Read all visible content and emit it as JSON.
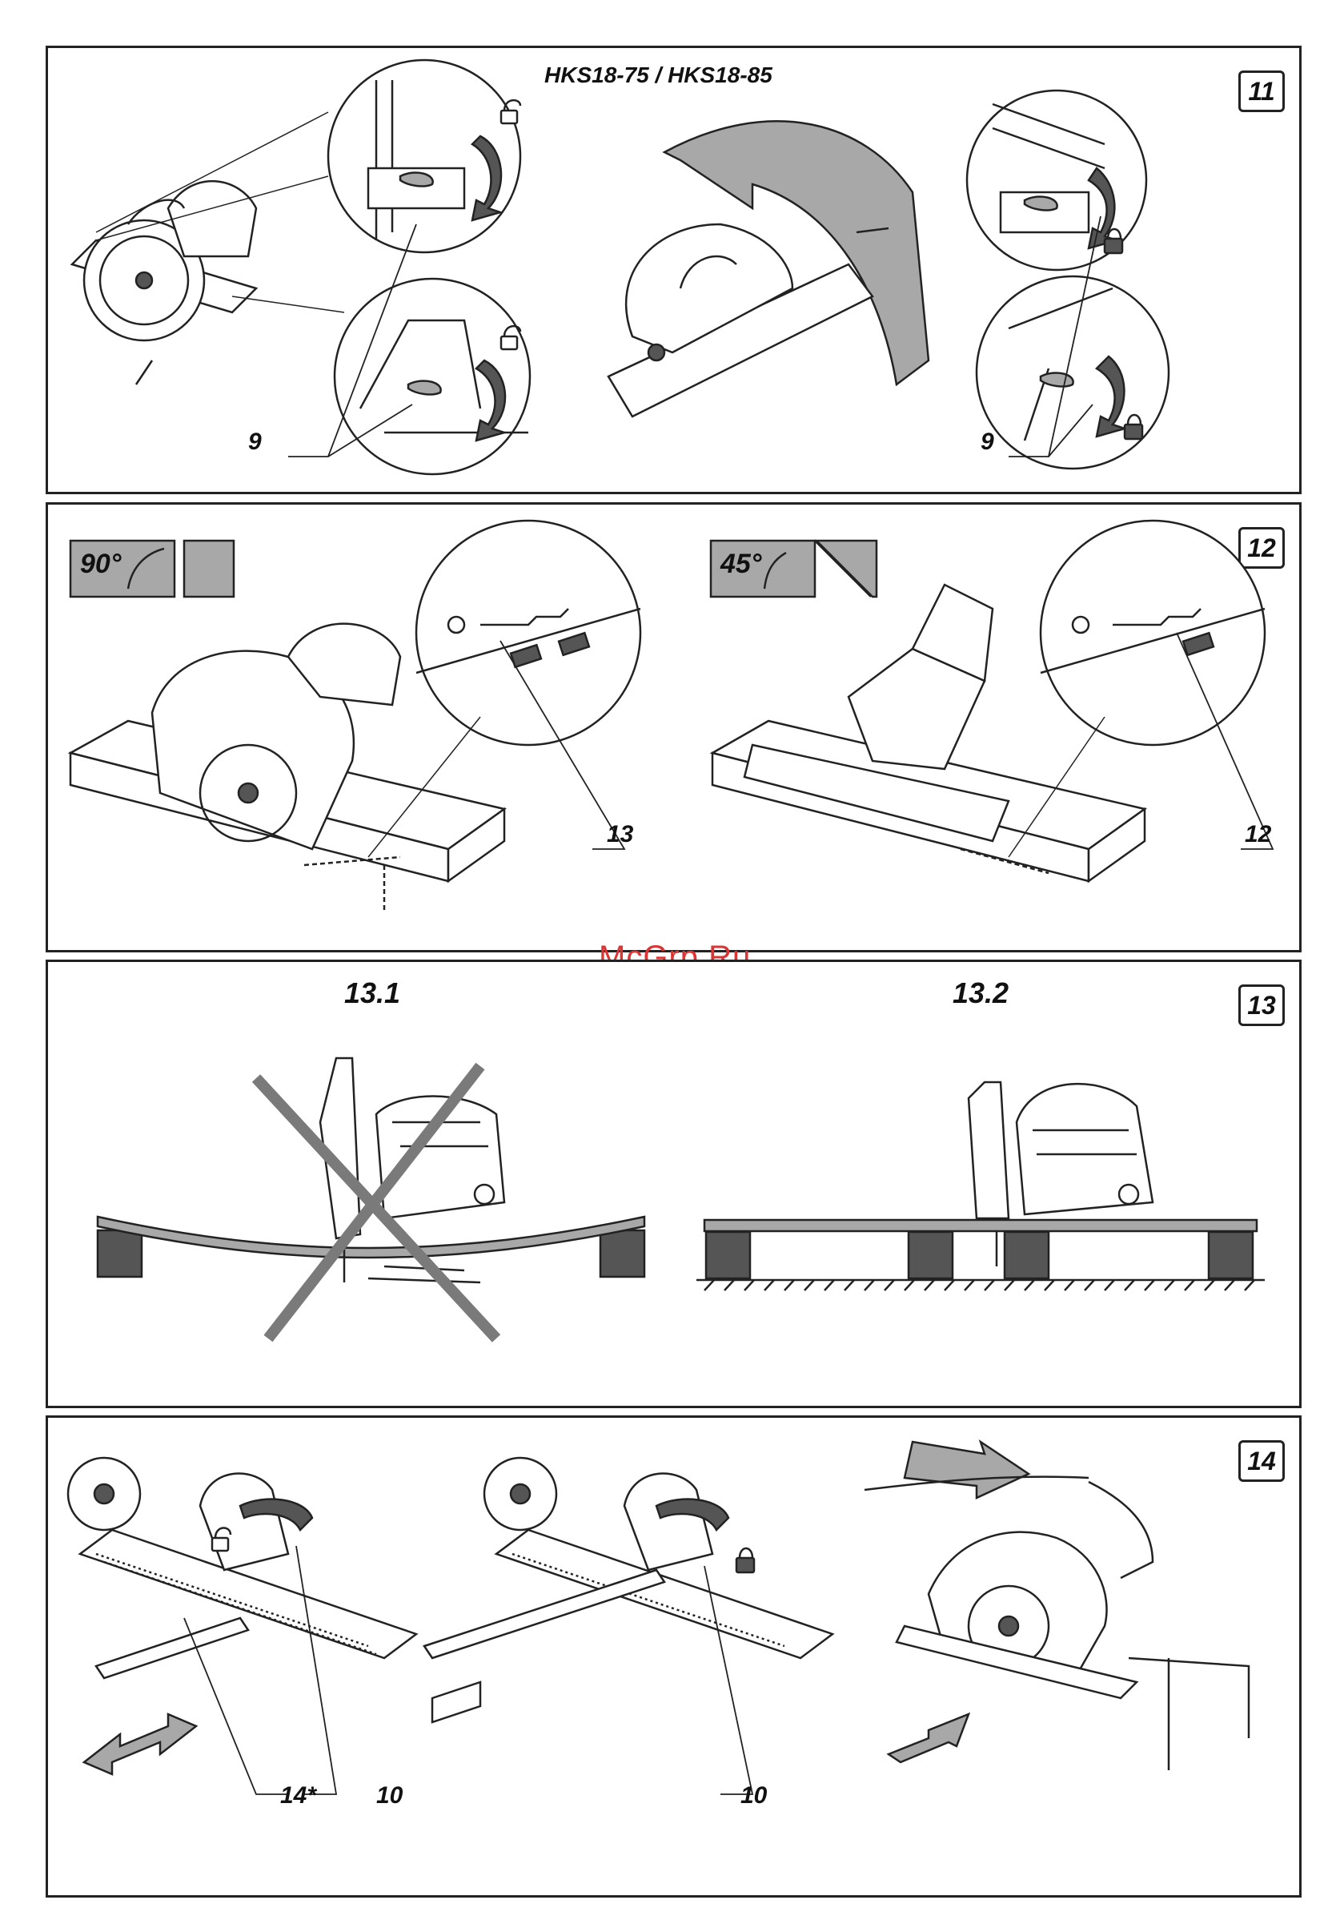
{
  "watermark": "McGrp.Ru",
  "panels": [
    {
      "figure": "11",
      "title": "HKS18-75 / HKS18-85",
      "callouts": [
        "9",
        "9"
      ],
      "icons": [
        "padlock-open-icon",
        "padlock-closed-icon",
        "rotation-arrow-icon"
      ]
    },
    {
      "figure": "12",
      "angles": [
        "90°",
        "45°"
      ],
      "callouts": [
        "13",
        "12"
      ]
    },
    {
      "figure": "13",
      "subfigures": [
        "13.1",
        "13.2"
      ]
    },
    {
      "figure": "14",
      "callouts": [
        "14*",
        "10",
        "10"
      ]
    }
  ]
}
